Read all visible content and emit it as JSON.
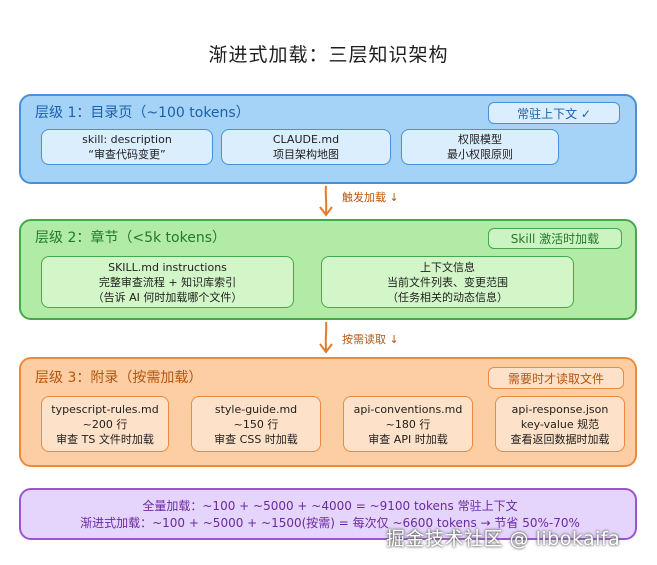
{
  "title": "渐进式加载：三层知识架构",
  "layer1": {
    "title": "层级 1：目录页（~100 tokens）",
    "tag": "常驻上下文 ✓",
    "boxes": [
      {
        "line1": "skill: description",
        "line2": "“审查代码变更”"
      },
      {
        "line1": "CLAUDE.md",
        "line2": "项目架构地图"
      },
      {
        "line1": "权限模型",
        "line2": "最小权限原则"
      }
    ]
  },
  "arrow1_label": "触发加载 ↓",
  "layer2": {
    "title": "层级 2：章节（<5k tokens）",
    "tag": "Skill 激活时加载",
    "boxes": [
      {
        "line1": "SKILL.md instructions",
        "line2": "完整审查流程 + 知识库索引",
        "line3": "（告诉 AI 何时加载哪个文件）"
      },
      {
        "line1": "上下文信息",
        "line2": "当前文件列表、变更范围",
        "line3": "（任务相关的动态信息）"
      }
    ]
  },
  "arrow2_label": "按需读取 ↓",
  "layer3": {
    "title": "层级 3：附录（按需加载）",
    "tag": "需要时才读取文件",
    "boxes": [
      {
        "line1": "typescript-rules.md",
        "line2": "~200 行",
        "line3": "审查 TS 文件时加载"
      },
      {
        "line1": "style-guide.md",
        "line2": "~150 行",
        "line3": "审查 CSS 时加载"
      },
      {
        "line1": "api-conventions.md",
        "line2": "~180 行",
        "line3": "审查 API 时加载"
      },
      {
        "line1": "api-response.json",
        "line2": "key-value 规范",
        "line3": "查看返回数据时加载"
      }
    ]
  },
  "summary": {
    "line1": "全量加载：~100 + ~5000 + ~4000 = ~9100 tokens 常驻上下文",
    "line2": "渐进式加载：~100 + ~5000 + ~1500(按需) = 每次仅 ~6600 tokens  → 节省 50%-70%"
  },
  "watermark": "掘金技术社区 @ libokaifa",
  "colors": {
    "blue": "#a5d3f7",
    "green": "#b2eba6",
    "orange": "#fdcda4",
    "purple": "#e5d4fb",
    "arrow": "#e07b2e"
  }
}
